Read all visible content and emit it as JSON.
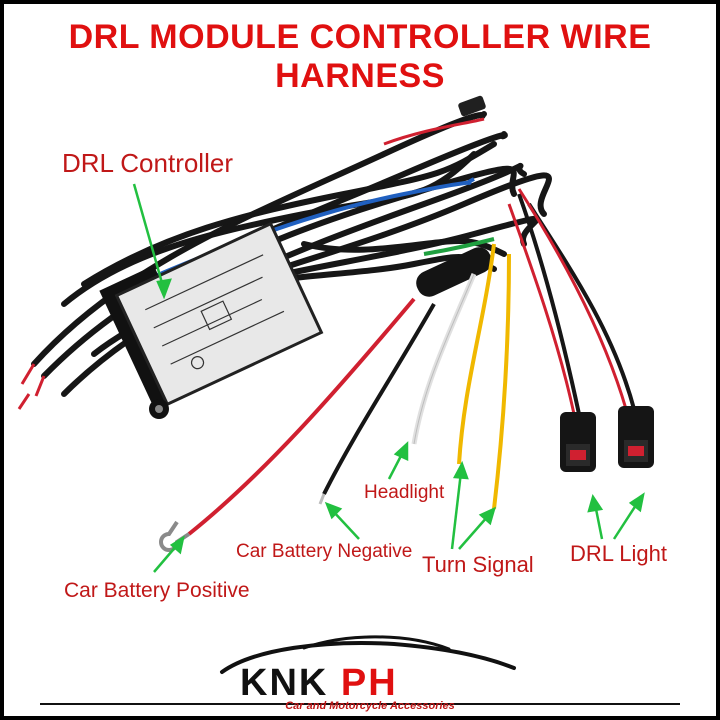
{
  "title": "DRL MODULE CONTROLLER WIRE HARNESS",
  "labels": {
    "controller": "DRL Controller",
    "headlight": "Headlight",
    "battery_negative": "Car Battery Negative",
    "turn_signal": "Turn Signal",
    "drl_light": "DRL Light",
    "battery_positive": "Car Battery Positive"
  },
  "logo": {
    "name_main": "KNK",
    "name_accent": "PH",
    "tagline": "Car and Motorcycle Accessories"
  },
  "colors": {
    "title": "#e01010",
    "label": "#c01818",
    "arrow": "#22c040",
    "wire_black": "#161616",
    "wire_red": "#d02030",
    "wire_yellow": "#f0b800",
    "wire_white": "#f0f0f0",
    "wire_blue": "#2060c0",
    "wire_green": "#20a040"
  }
}
